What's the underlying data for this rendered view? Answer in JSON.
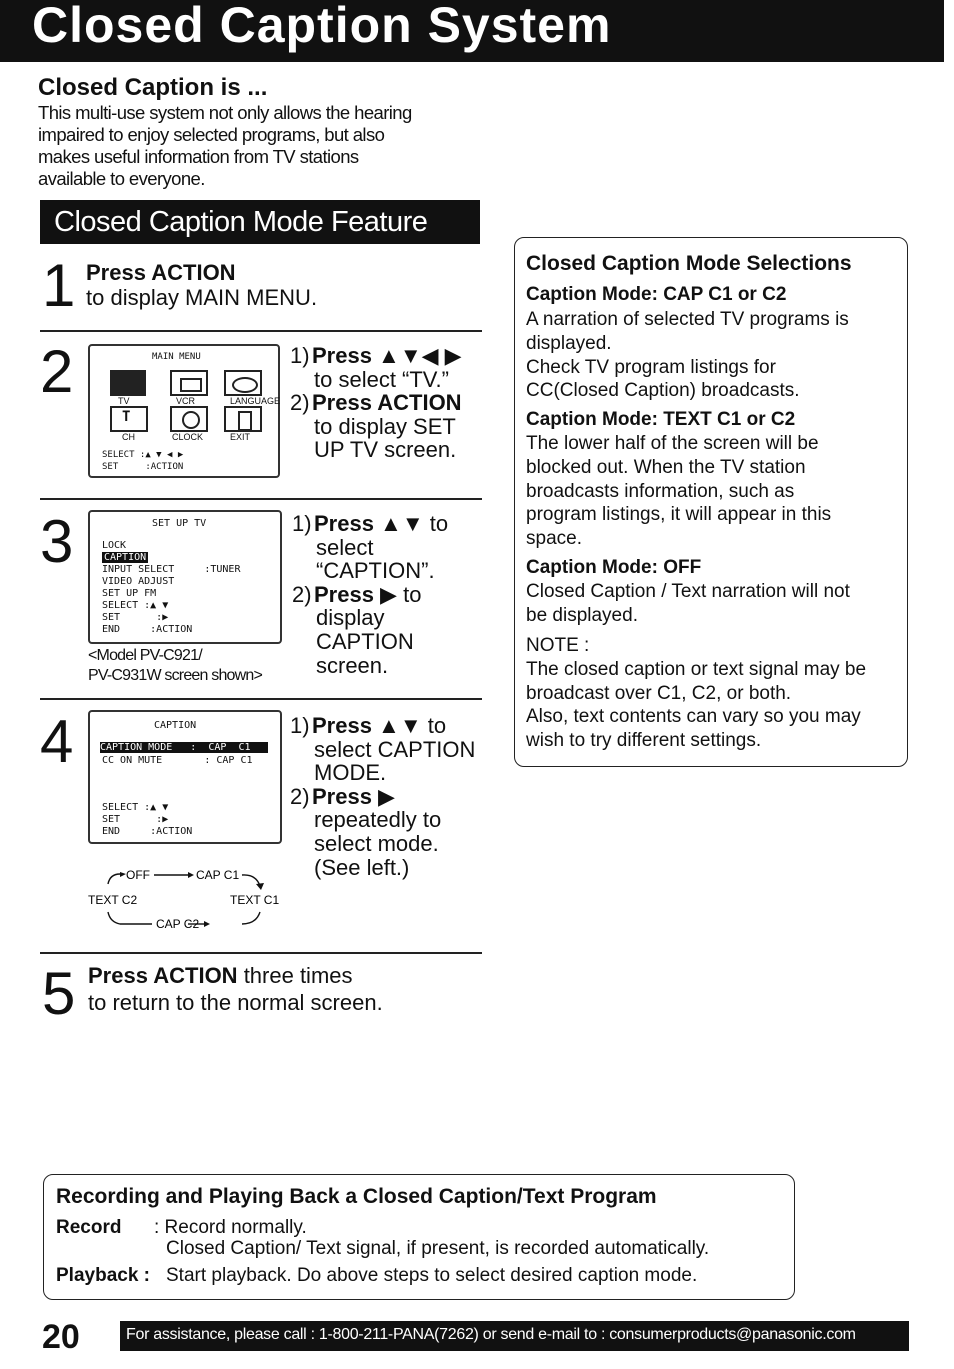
{
  "header": {
    "title": "Closed Caption System"
  },
  "intro": {
    "heading": "Closed Caption is ...",
    "body_lines": [
      "This multi-use system not only allows the hearing",
      "impaired to enjoy selected programs, but also",
      "makes useful information from TV stations",
      "available to everyone."
    ]
  },
  "feature": {
    "title": "Closed Caption Mode Feature"
  },
  "steps": {
    "s1": {
      "num": "1",
      "bold": "Press ACTION",
      "text": "to display MAIN MENU."
    },
    "s2": {
      "num": "2",
      "lines": [
        {
          "n": "1)",
          "bold": "Press ▲▼◀ ▶",
          "rest": ""
        },
        {
          "n": "",
          "bold": "",
          "rest": "to select “TV.”"
        },
        {
          "n": "2)",
          "bold": "Press ACTION",
          "rest": ""
        },
        {
          "n": "",
          "bold": "",
          "rest": "to display SET"
        },
        {
          "n": "",
          "bold": "",
          "rest": "UP TV screen."
        }
      ],
      "screen": {
        "title": "MAIN MENU",
        "icons": [
          "TV",
          "VCR",
          "LANGUAGE",
          "CH",
          "CLOCK",
          "EXIT"
        ],
        "nav1": "SELECT :▲ ▼ ◀ ▶",
        "nav2": "SET     :ACTION"
      }
    },
    "s3": {
      "num": "3",
      "lines": [
        {
          "n": "1)",
          "bold": "Press ▲▼",
          "rest": " to"
        },
        {
          "n": "",
          "bold": "",
          "rest": "select “CAPTION”."
        },
        {
          "n": "2)",
          "bold": "Press ▶",
          "rest": " to"
        },
        {
          "n": "",
          "bold": "",
          "rest": "display CAPTION"
        },
        {
          "n": "",
          "bold": "",
          "rest": "screen."
        }
      ],
      "screen": {
        "title": "SET UP TV",
        "items": [
          "LOCK",
          "CAPTION",
          "INPUT SELECT     :TUNER",
          "VIDEO ADJUST",
          "SET UP FM",
          "SELECT :▲ ▼",
          "SET      :▶",
          "END     :ACTION"
        ]
      },
      "caption1": "<Model PV-C921/",
      "caption2": "PV-C931W screen shown>"
    },
    "s4": {
      "num": "4",
      "lines": [
        {
          "n": "1)",
          "bold": "Press ▲▼",
          "rest": " to"
        },
        {
          "n": "",
          "bold": "",
          "rest": "select CAPTION"
        },
        {
          "n": "",
          "bold": "",
          "rest": "MODE."
        },
        {
          "n": "2)",
          "bold": "Press ▶",
          "rest": ""
        },
        {
          "n": "",
          "bold": "",
          "rest": "repeatedly to"
        },
        {
          "n": "",
          "bold": "",
          "rest": "select mode."
        },
        {
          "n": "",
          "bold": "",
          "rest": "(See left.)"
        }
      ],
      "screen": {
        "title": "CAPTION",
        "items": [
          "CAPTION MODE   :  CAP  C1",
          "CC ON MUTE       : CAP C1",
          "",
          "",
          "SELECT :▲ ▼",
          "SET      :▶",
          "END     :ACTION"
        ]
      },
      "cycle": {
        "off": "OFF",
        "cap_c1": "CAP C1",
        "text_c1": "TEXT C1",
        "cap_c2": "CAP C2",
        "text_c2": "TEXT C2"
      }
    },
    "s5": {
      "num": "5",
      "bold": "Press ACTION",
      "rest": " three times",
      "line2": "to return to the normal screen."
    }
  },
  "sidebox": {
    "title": "Closed Caption Mode Selections",
    "m1_title": "Caption Mode: CAP C1 or C2",
    "m1_lines": [
      "A narration of selected TV programs is",
      "displayed.",
      "Check TV program listings for",
      "CC(Closed Caption) broadcasts."
    ],
    "m2_title": "Caption Mode: TEXT C1 or C2",
    "m2_lines": [
      "The lower half of the screen will be",
      "blocked out. When the TV station",
      "broadcasts information, such as",
      "program listings, it will appear in this",
      "space."
    ],
    "m3_title": "Caption Mode: OFF",
    "m3_lines": [
      "Closed Caption / Text narration will not",
      "be displayed."
    ],
    "note_lines": [
      "NOTE :",
      "The closed caption or text signal may be",
      "broadcast over C1, C2, or both.",
      "Also, text contents can vary so you may",
      "wish to try different settings."
    ]
  },
  "recording": {
    "title": "Recording and Playing Back a Closed Caption/Text Program",
    "record_label": "Record",
    "record_line1": ": Record normally.",
    "record_line2": "Closed Caption/ Text signal, if present, is recorded automatically.",
    "playback_label": "Playback :",
    "playback_text": "Start playback. Do above steps to select desired caption mode."
  },
  "page_number": "20",
  "footer": "For assistance, please call : 1-800-211-PANA(7262) or send e-mail to : consumerproducts@panasonic.com"
}
